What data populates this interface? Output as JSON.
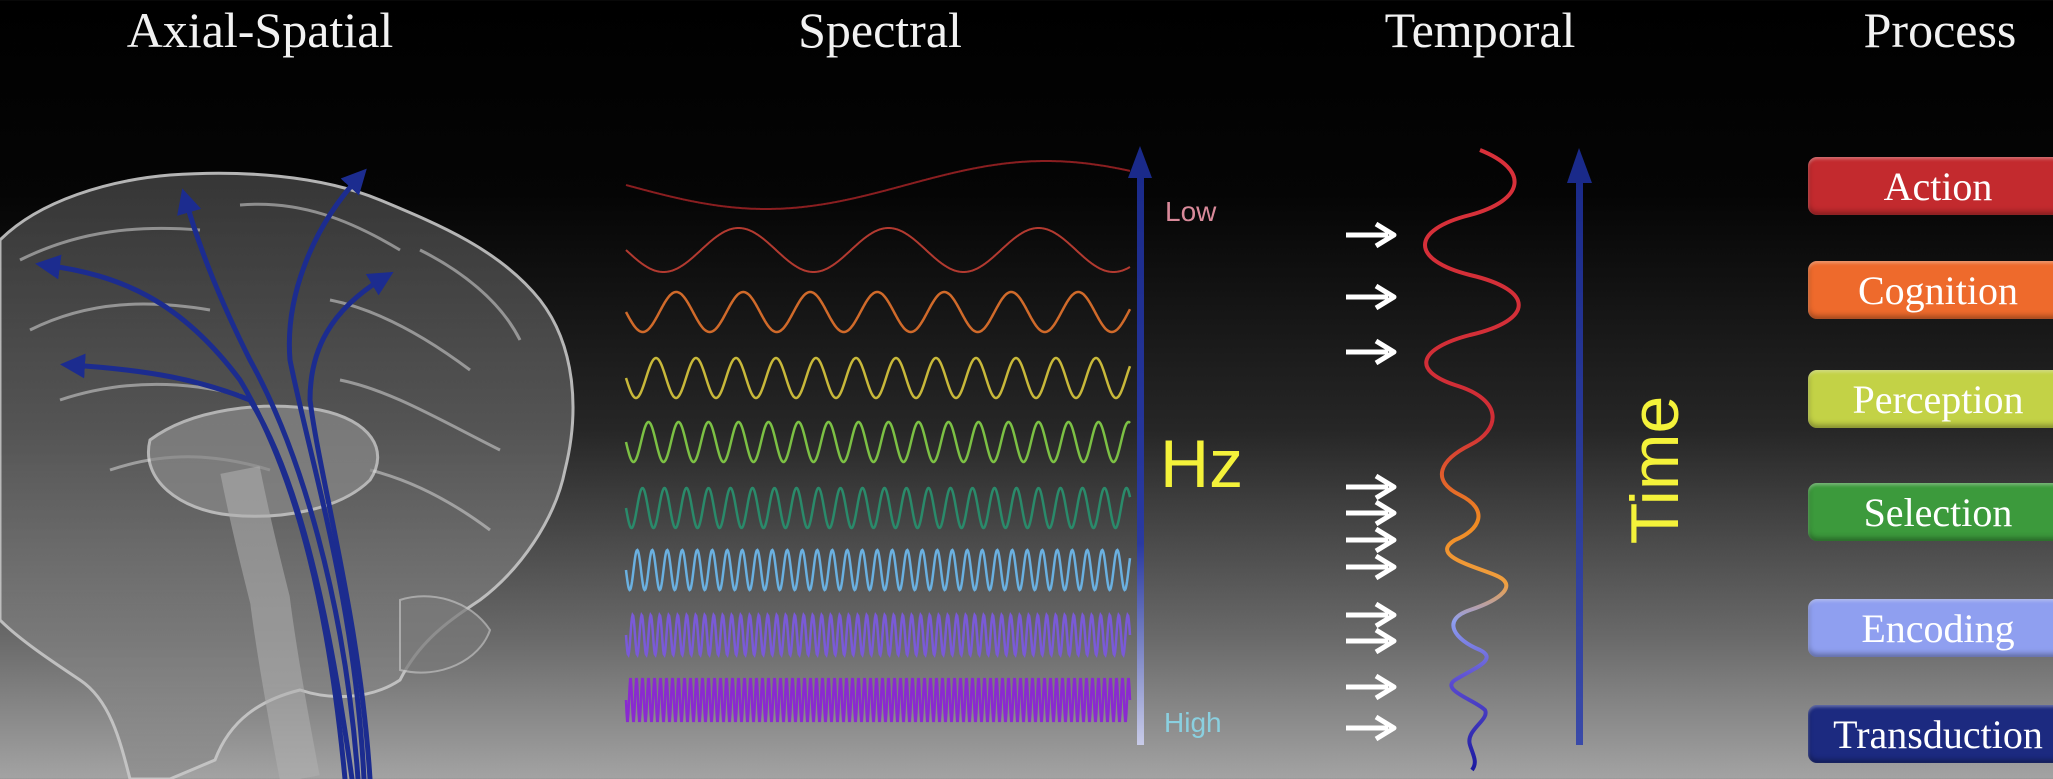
{
  "columns": {
    "axial_spatial": "Axial-Spatial",
    "spectral": "Spectral",
    "temporal": "Temporal",
    "process": "Process"
  },
  "spectral": {
    "low_label": "Low",
    "high_label": "High",
    "axis_label": "Hz"
  },
  "temporal": {
    "axis_label": "Time"
  },
  "process": {
    "items": [
      {
        "label": "Action",
        "color": "#c32a2e"
      },
      {
        "label": "Cognition",
        "color": "#ee6a2c"
      },
      {
        "label": "Perception",
        "color": "#c3d246"
      },
      {
        "label": "Selection",
        "color": "#3c9a3c"
      },
      {
        "label": "Encoding",
        "color": "#8f9ff0"
      },
      {
        "label": "Transduction",
        "color": "#1c2a80"
      }
    ]
  },
  "colors": {
    "axis_blue": "#1a2a8a",
    "axis_label_yellow": "#f4f23a",
    "low_label": "#d98a9a",
    "high_label": "#8ad0e0"
  },
  "icons": [
    "brain-icon",
    "arrow-right-icon",
    "arrow-up-icon"
  ]
}
